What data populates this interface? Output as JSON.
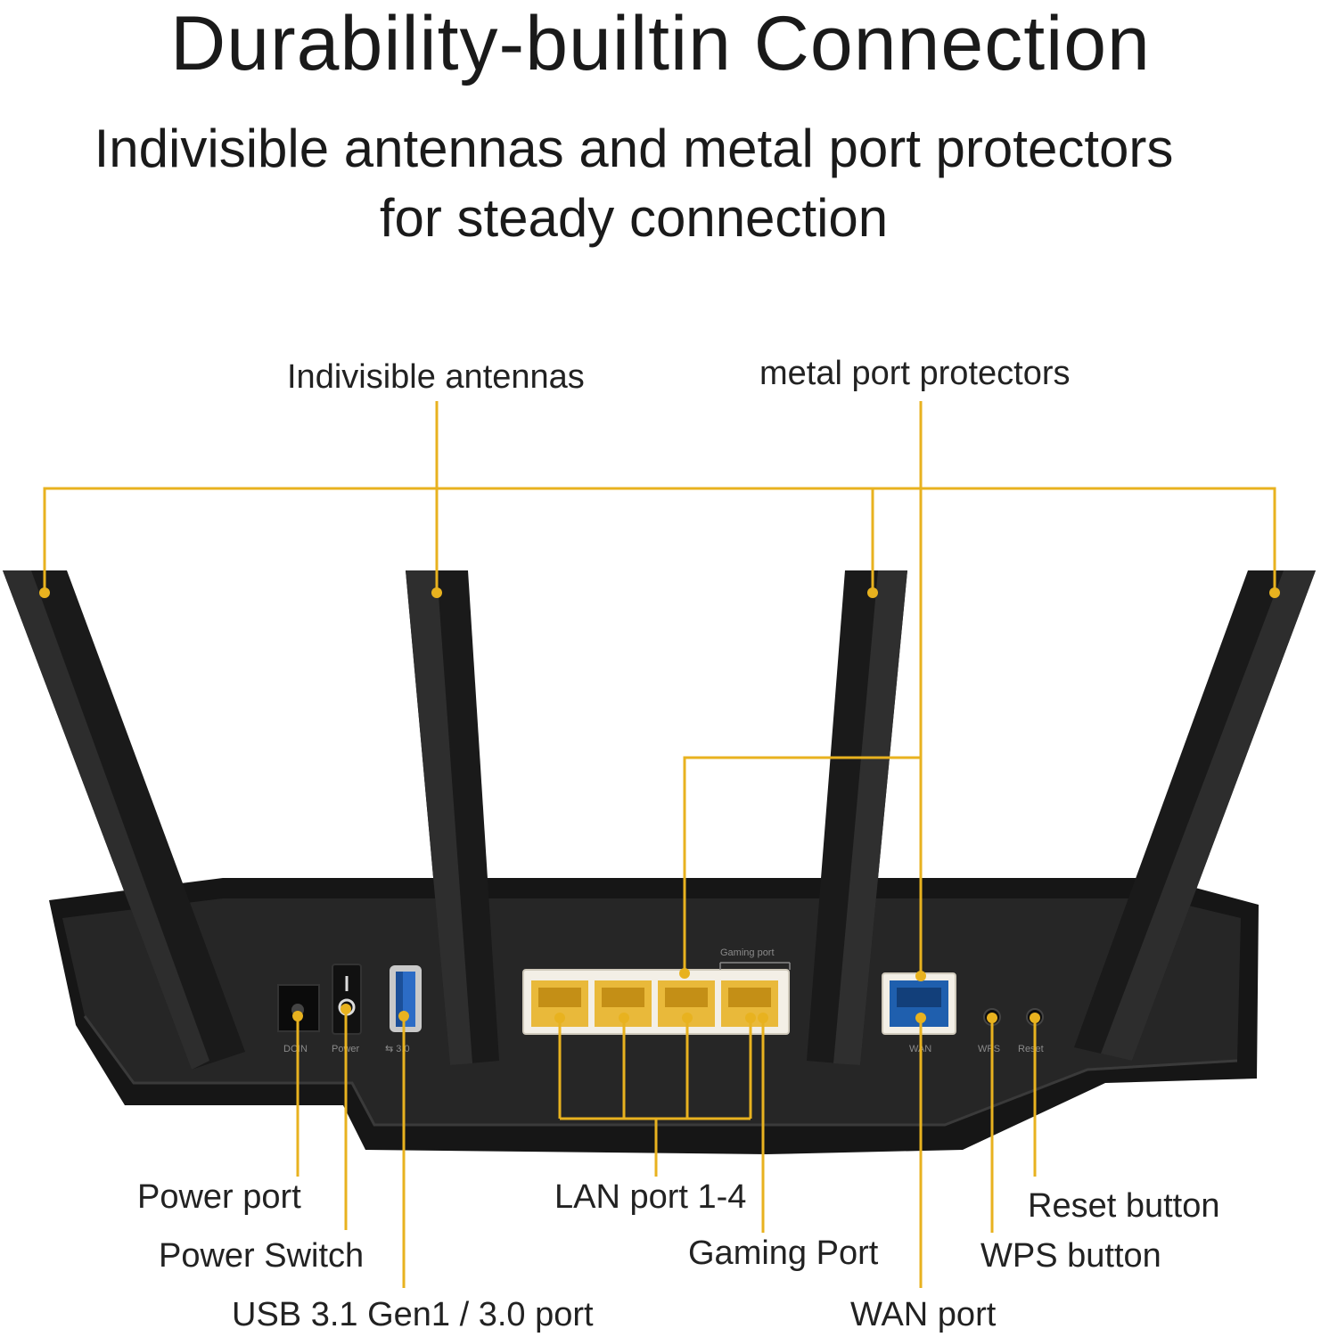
{
  "heading": {
    "title": "Durability-builtin Connection",
    "subtitle_line1": "Indivisible antennas and metal port protectors",
    "subtitle_line2": "for steady connection"
  },
  "callouts": {
    "antennas": "Indivisible antennas",
    "protectors": "metal port protectors",
    "power_port": "Power port",
    "power_switch": "Power Switch",
    "usb": "USB 3.1 Gen1 / 3.0 port",
    "lan": "LAN port 1-4",
    "gaming": "Gaming Port",
    "wan": "WAN port",
    "reset": "Reset button",
    "wps": "WPS button"
  },
  "router_labels": {
    "gaming_port": "Gaming port"
  },
  "colors": {
    "callout_line": "#e8b21f",
    "router_body": "#1c1c1c",
    "lan_port": "#e9b93a",
    "wan_port": "#1f5fae",
    "port_frame": "#f3efe6"
  }
}
